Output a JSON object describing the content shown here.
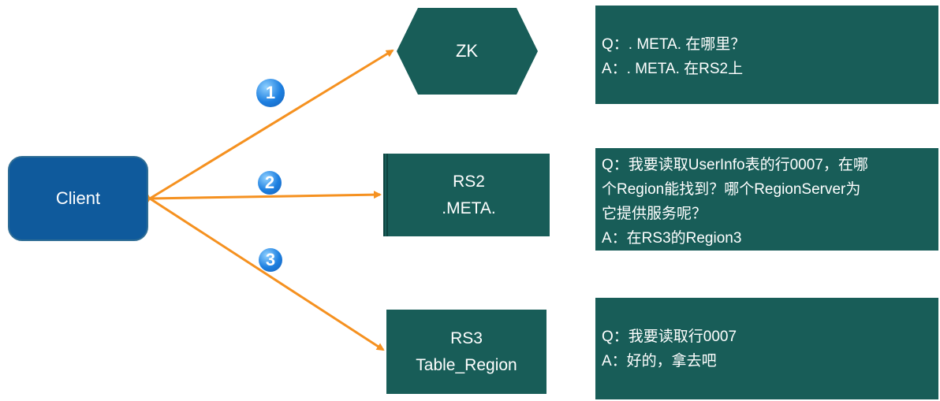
{
  "client": {
    "label": "Client"
  },
  "zk": {
    "label": "ZK"
  },
  "rs2": {
    "line1": "RS2",
    "line2": ".META."
  },
  "rs3": {
    "line1": "RS3",
    "line2": "Table_Region"
  },
  "steps": [
    "1",
    "2",
    "3"
  ],
  "notes": [
    {
      "lines": [
        "Q：. META. 在哪里？",
        "A：. META. 在RS2上"
      ]
    },
    {
      "lines": [
        "Q：我要读取UserInfo表的行0007，在哪",
        "个Region能找到？哪个RegionServer为",
        "它提供服务呢？",
        "A：在RS3的Region3"
      ]
    },
    {
      "lines": [
        "Q：我要读取行0007",
        "A：好的，拿去吧"
      ]
    }
  ],
  "colors": {
    "box": "#185d58",
    "client": "#0f5a9c",
    "arrow": "#f59120"
  }
}
